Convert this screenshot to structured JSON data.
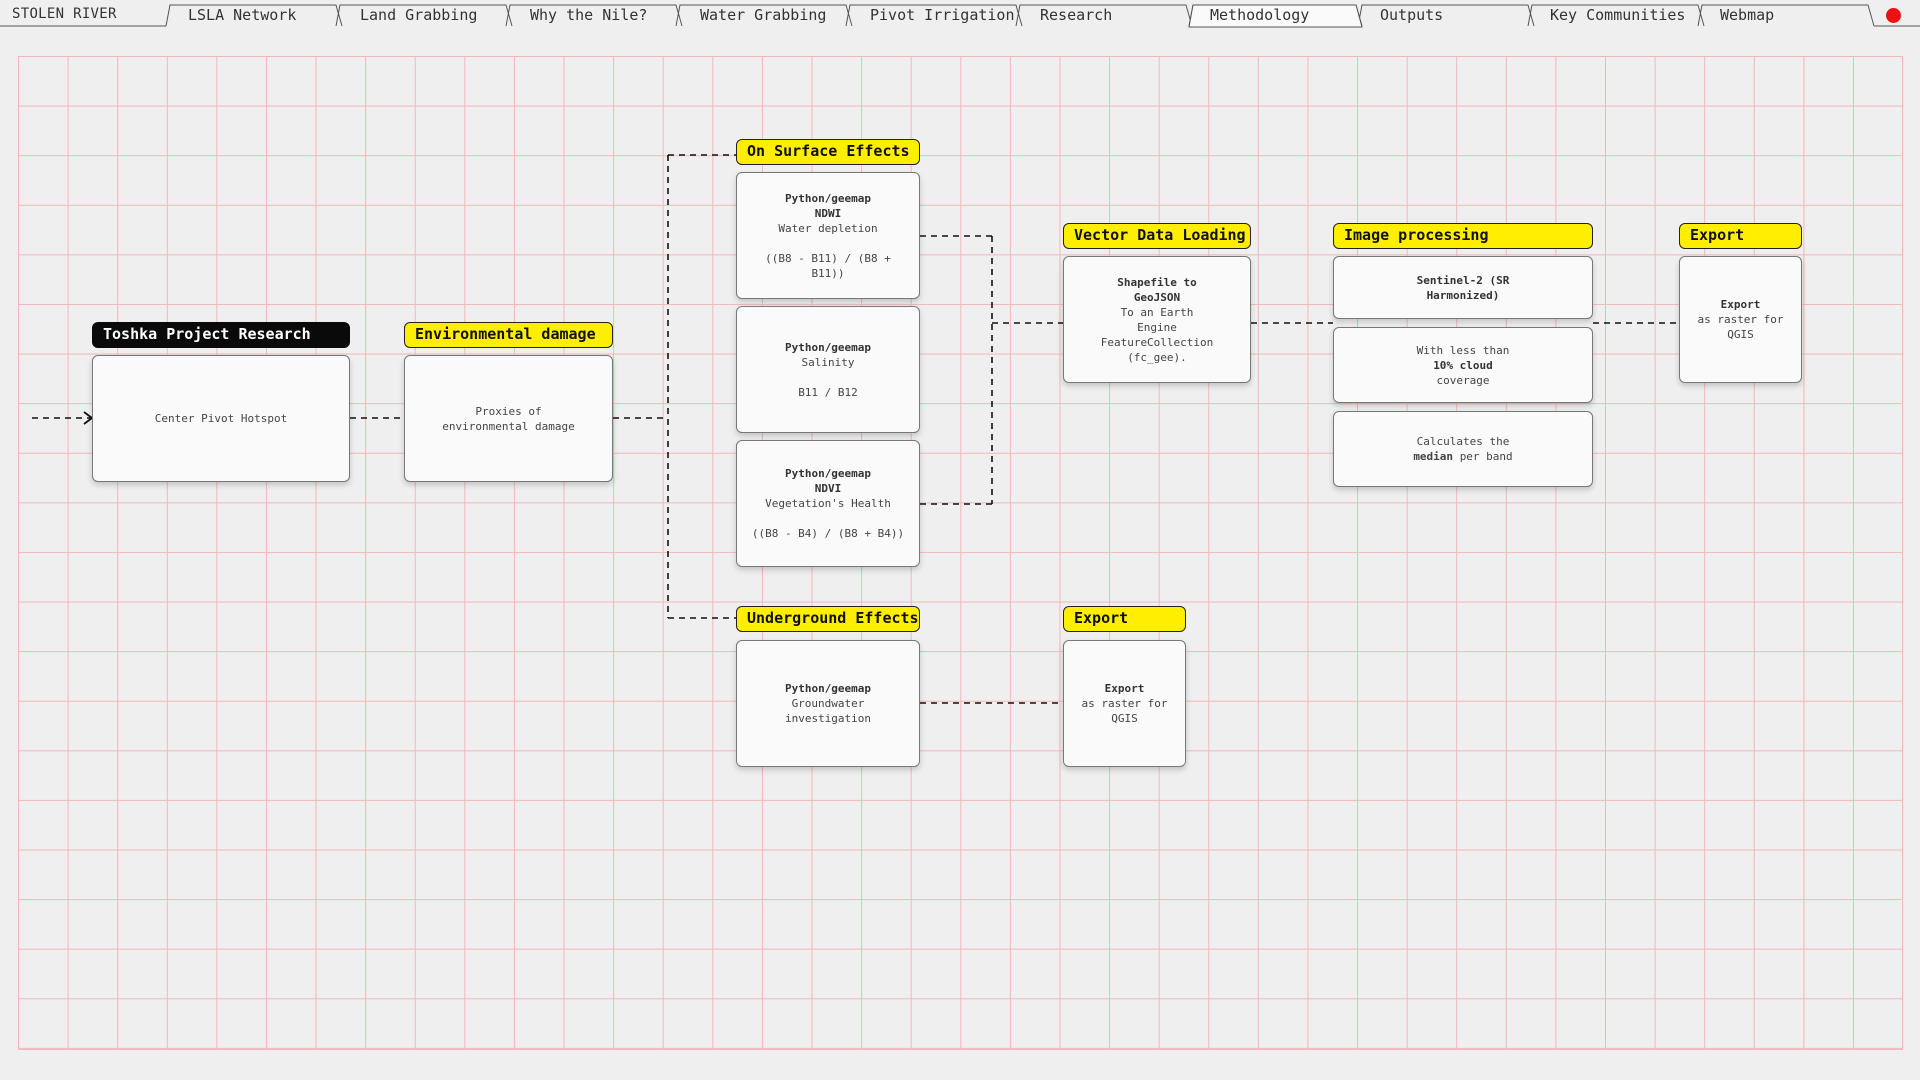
{
  "site": {
    "title": "STOLEN RIVER"
  },
  "tabs": [
    {
      "label": "LSLA Network",
      "active": false
    },
    {
      "label": "Land Grabbing",
      "active": false
    },
    {
      "label": "Why the Nile?",
      "active": false
    },
    {
      "label": "Water Grabbing",
      "active": false
    },
    {
      "label": "Pivot Irrigation",
      "active": false
    },
    {
      "label": "Research",
      "active": false
    },
    {
      "label": "Methodology",
      "active": true
    },
    {
      "label": "Outputs",
      "active": false
    },
    {
      "label": "Key Communities",
      "active": false
    },
    {
      "label": "Webmap",
      "active": false
    }
  ],
  "colors": {
    "accent": "#ffee00",
    "dark": "#0a0a0a",
    "grid": "#f0b8b8",
    "status": "#ee1111"
  },
  "diagram": {
    "toshka": {
      "label": "Toshka Project Research",
      "box": "Center Pivot Hotspot"
    },
    "env": {
      "label": "Environmental damage",
      "box_1": "Proxies of",
      "box_2": "environmental damage"
    },
    "surface": {
      "label": "On Surface Effects",
      "ndwi": {
        "tool": "Python/geemap",
        "index": "NDWI",
        "desc": "Water depletion",
        "formula": "((B8 - B11) / (B8 + B11))"
      },
      "salinity": {
        "tool": "Python/geemap",
        "desc": "Salinity",
        "formula": "B11 / B12"
      },
      "ndvi": {
        "tool": "Python/geemap",
        "index": "NDVI",
        "desc": "Vegetation's Health",
        "formula": "((B8 - B4) / (B8 + B4))"
      }
    },
    "underground": {
      "label": "Underground Effects",
      "tool": "Python/geemap",
      "desc_1": "Groundwater",
      "desc_2": "investigation"
    },
    "export_ground": {
      "label": "Export",
      "title": "Export",
      "desc_1": "as raster for",
      "desc_2": "QGIS"
    },
    "vector": {
      "label": "Vector Data Loading",
      "line_1": "Shapefile to",
      "line_2": "GeoJSON",
      "line_3": "To an Earth",
      "line_4": "Engine",
      "line_5": "FeatureCollection",
      "line_6": "(fc_gee)."
    },
    "image": {
      "label": "Image processing",
      "sentinel_1": "Sentinel-2 (SR",
      "sentinel_2": "Harmonized)",
      "cloud_1": "With less than",
      "cloud_2": "10% cloud",
      "cloud_3": "coverage",
      "median_1": "Calculates the",
      "median_2": "median",
      "median_3": "per band"
    },
    "export_surface": {
      "label": "Export",
      "title": "Export",
      "desc_1": "as raster for",
      "desc_2": "QGIS"
    }
  }
}
